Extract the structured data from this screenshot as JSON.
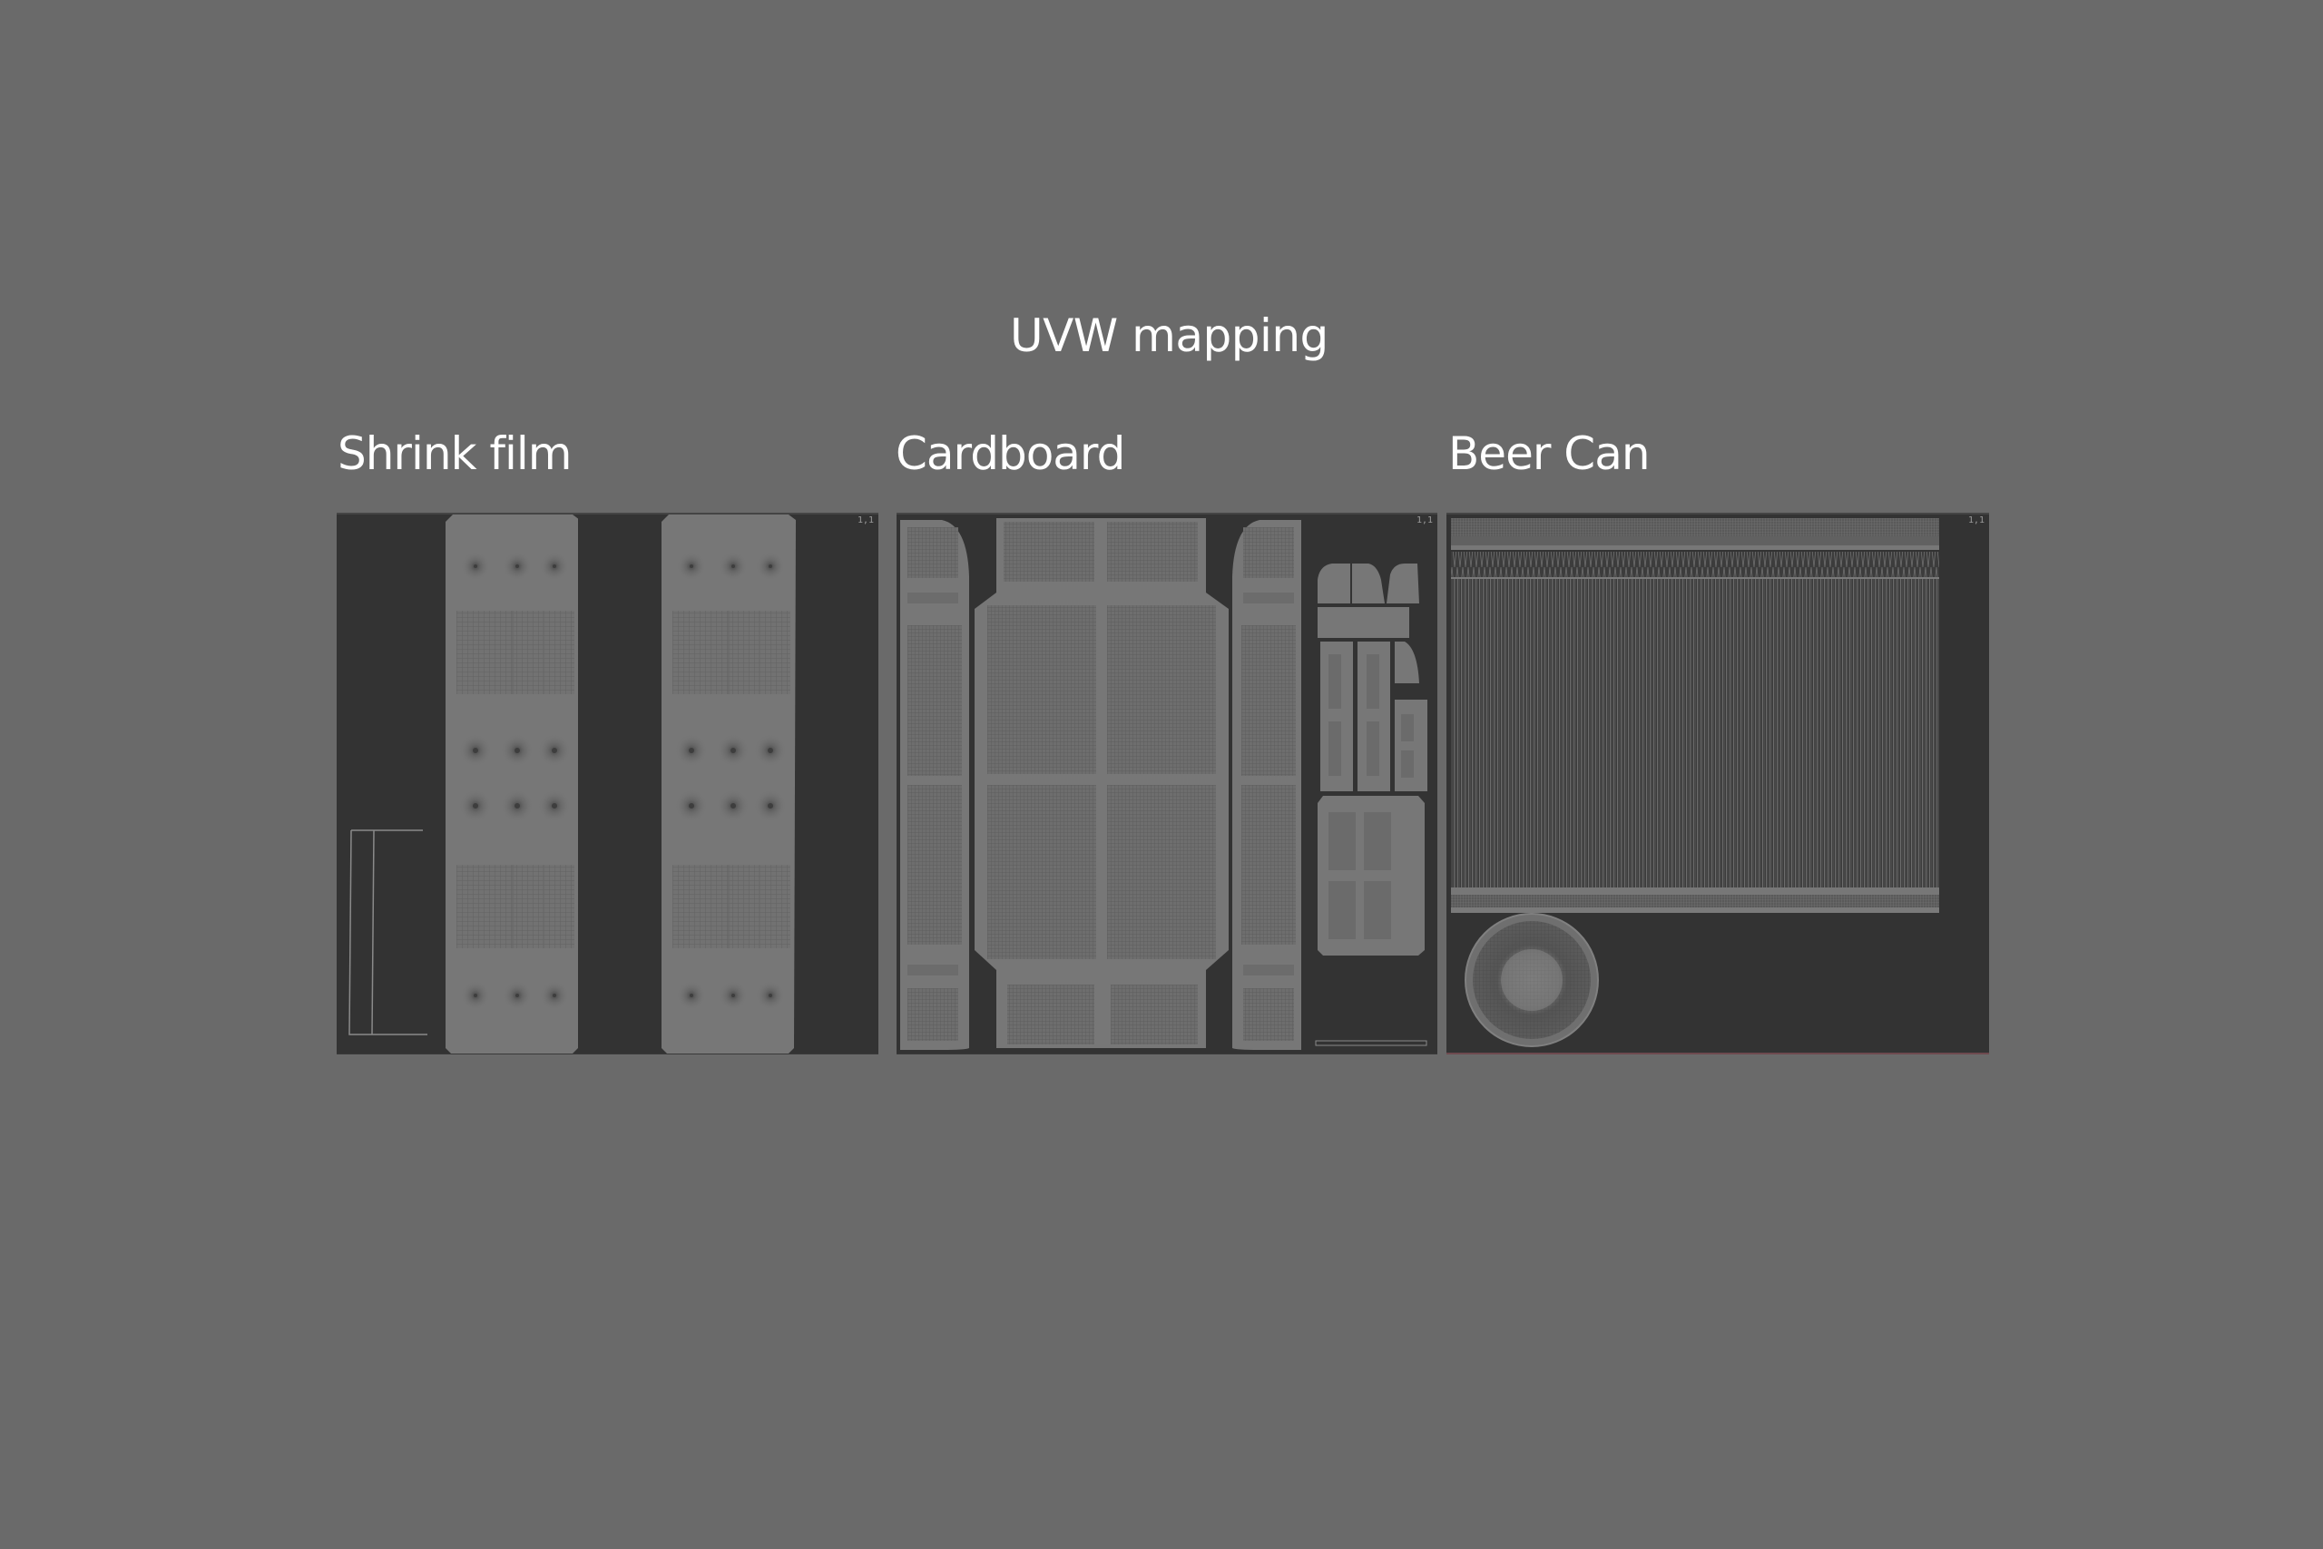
{
  "page": {
    "title": "UVW mapping",
    "background_color": "#6a6a6a",
    "text_color": "#ffffff"
  },
  "panels": [
    {
      "id": "shrink-film",
      "label": "Shrink film",
      "corner_label": "1,1",
      "panel_color": "#333333",
      "shell_color": "#777777",
      "description": "Two tall rounded UV shells side by side, each with 4 rows of 3 circular vertex clusters and 2 gridded bands; thin outline strip at left"
    },
    {
      "id": "cardboard",
      "label": "Cardboard",
      "corner_label": "1,1",
      "panel_color": "#333333",
      "shell_color": "#777777",
      "description": "Unfolded box net: central 2x2 gridded faces with top/bottom flaps, left/right side strips, plus small pieces stacked at right"
    },
    {
      "id": "beer-can",
      "label": "Beer Can",
      "corner_label": "1,1",
      "panel_color": "#333333",
      "shell_color": "#777777",
      "accent_line_color": "#6e4a4f",
      "description": "Wide rectangle of vertical UV stripes (can body) with dense bands at top and bottom, and a circular lid shell at bottom-left"
    }
  ]
}
